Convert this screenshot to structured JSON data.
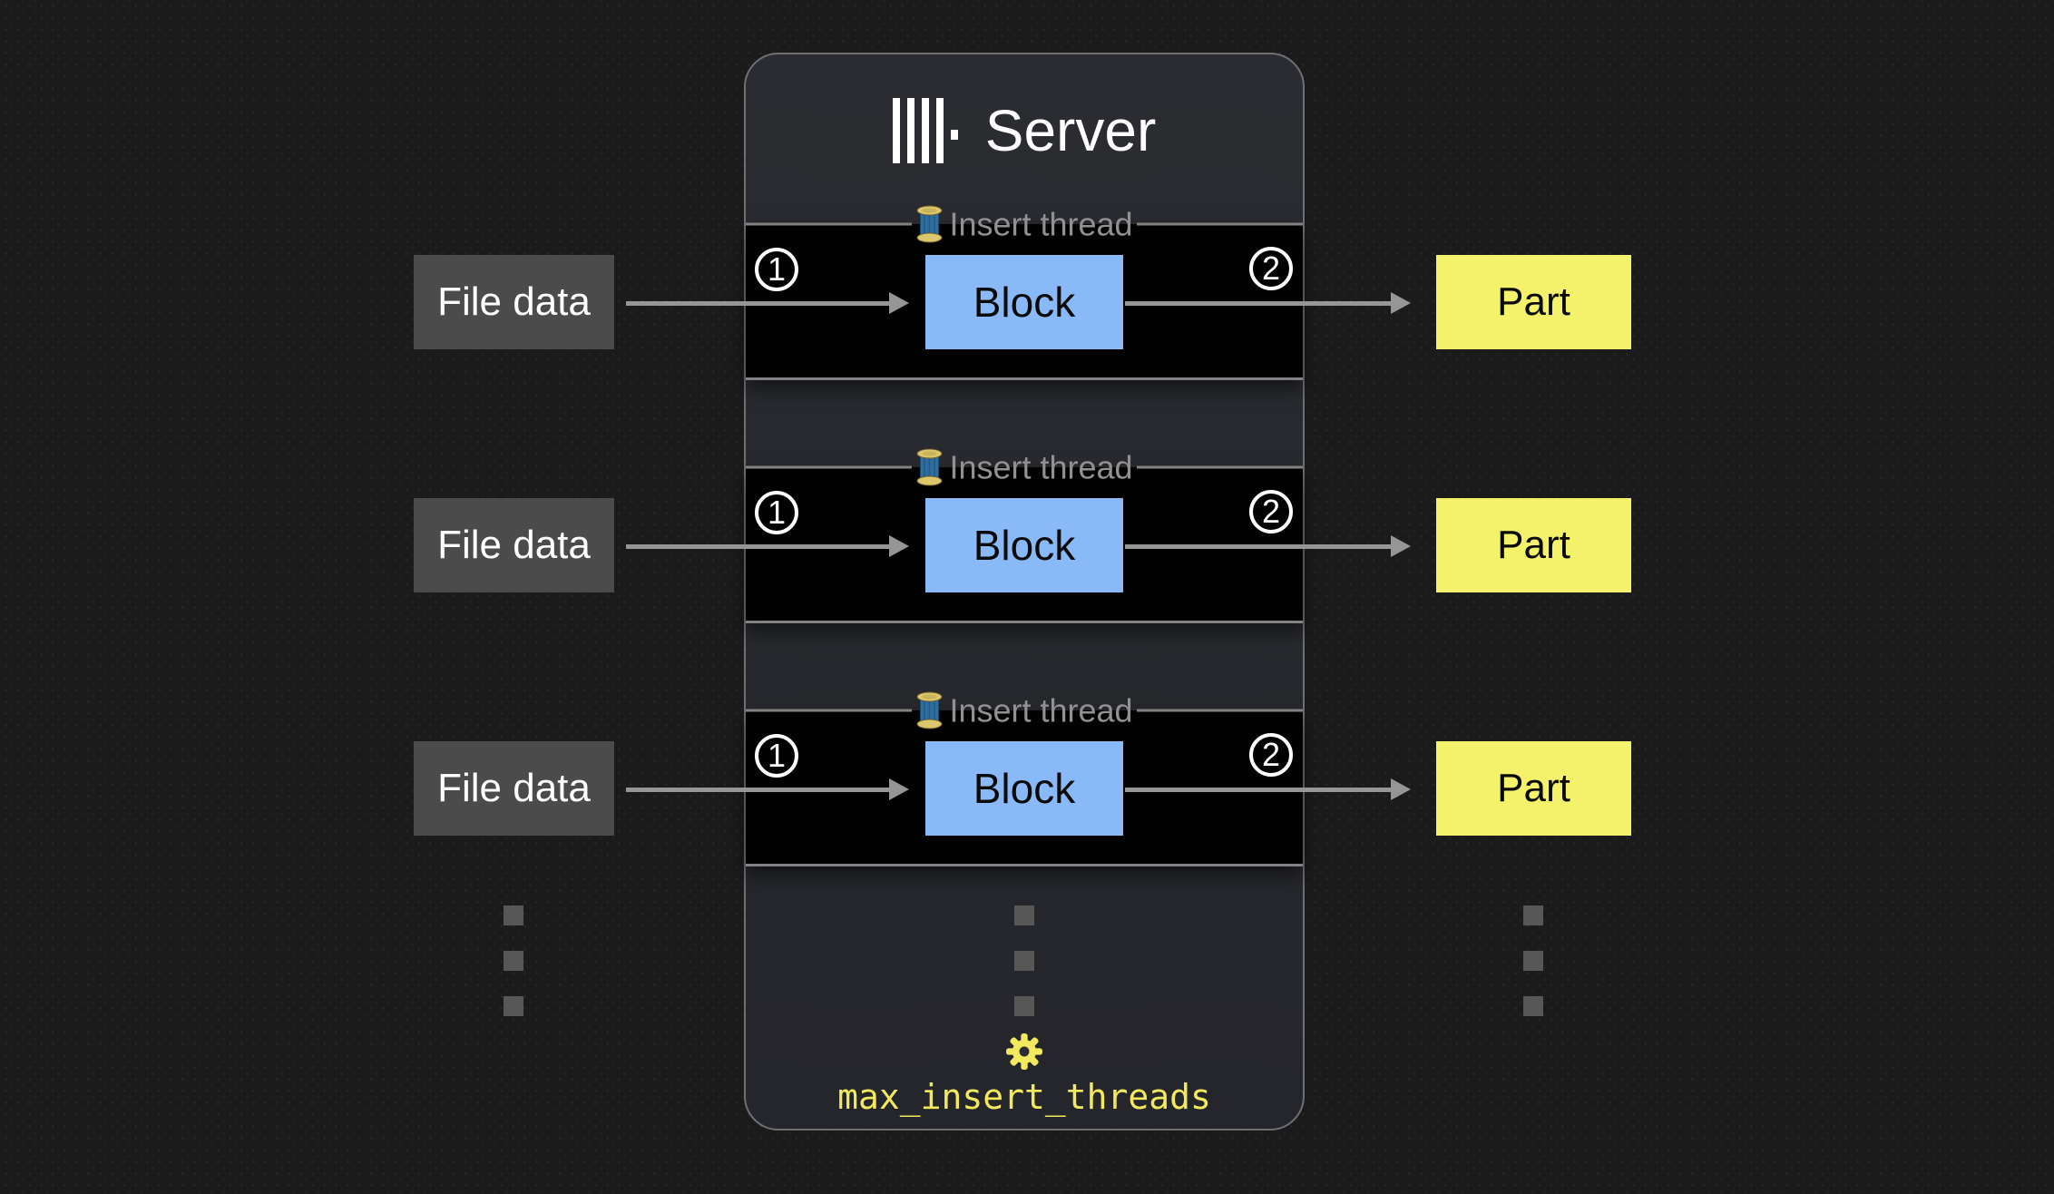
{
  "server": {
    "title": "Server",
    "logo": "clickhouse-logo",
    "setting": {
      "icon": "gear-icon",
      "label": "max_insert_threads"
    }
  },
  "threads": [
    {
      "legend": "Insert thread",
      "legend_icon": "thread-spool-icon",
      "step_in": "1",
      "step_out": "2",
      "block": "Block",
      "input": "File data",
      "output": "Part"
    },
    {
      "legend": "Insert thread",
      "legend_icon": "thread-spool-icon",
      "step_in": "1",
      "step_out": "2",
      "block": "Block",
      "input": "File data",
      "output": "Part"
    },
    {
      "legend": "Insert thread",
      "legend_icon": "thread-spool-icon",
      "step_in": "1",
      "step_out": "2",
      "block": "Block",
      "input": "File data",
      "output": "Part"
    }
  ],
  "colors": {
    "background": "#1b1b1b",
    "server_bg": "#2a2c31",
    "server_border": "#6e7076",
    "section_bg": "#020202",
    "section_border": "#828282",
    "block_bg": "#8ab9f8",
    "input_bg": "#4b4b4b",
    "output_bg": "#f4f26b",
    "accent_yellow": "#f2e95f",
    "arrow": "#969696",
    "label_gray": "#919191"
  }
}
